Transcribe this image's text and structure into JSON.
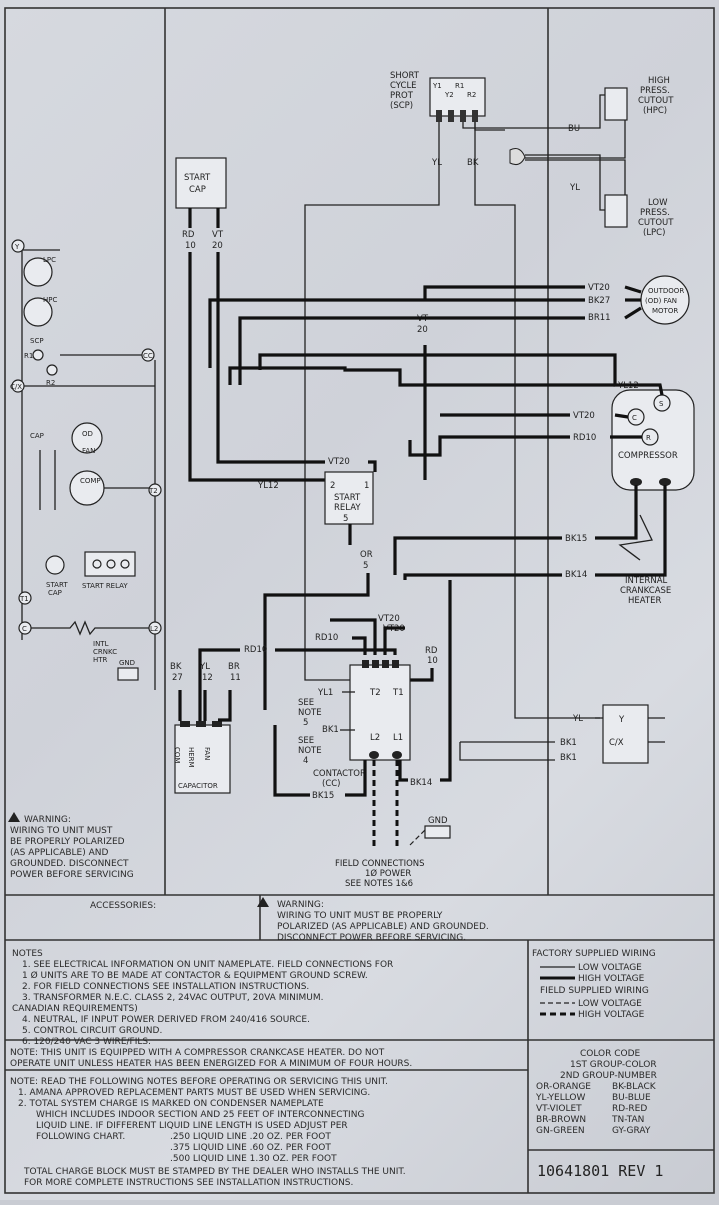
{
  "components": {
    "scp": [
      "SHORT",
      "CYCLE",
      "PROT",
      "(SCP)"
    ],
    "scp_terminals": [
      "Y1",
      "R1",
      "Y2",
      "R2"
    ],
    "hpc": [
      "HIGH",
      "PRESS.",
      "CUTOUT",
      "(HPC)"
    ],
    "lpc": [
      "LOW",
      "PRESS.",
      "CUTOUT",
      "(LPC)"
    ],
    "start_cap": [
      "START",
      "CAP"
    ],
    "fan_motor": [
      "OUTDOOR",
      "(OD) FAN",
      "MOTOR"
    ],
    "compressor": "COMPRESSOR",
    "compressor_terms": [
      "C",
      "S",
      "R"
    ],
    "start_relay": [
      "START",
      "RELAY"
    ],
    "start_relay_terms": [
      "2",
      "1",
      "5"
    ],
    "contactor": [
      "CONTACTOR",
      "(CC)"
    ],
    "contactor_terms": [
      "T2",
      "T1",
      "L2",
      "L1"
    ],
    "capacitor": "CAPACITOR",
    "capacitor_terms": [
      "COM",
      "HERM",
      "FAN"
    ],
    "crankcase": [
      "INTERNAL",
      "CRANKCASE",
      "HEATER"
    ],
    "gnd": "GND",
    "thermostat_terms": [
      "Y",
      "C/X"
    ],
    "field_connections": [
      "FIELD CONNECTIONS",
      "1Ø POWER",
      "SEE NOTES 1&6"
    ]
  },
  "wire_labels": {
    "start_cap": [
      "RD",
      "10",
      "VT",
      "20"
    ],
    "bu": "BU",
    "yl_top": "YL",
    "bk_top": "BK",
    "yl_lpc": "YL",
    "vt20_mid": [
      "VT",
      "20"
    ],
    "fan": [
      "VT20",
      "BK27",
      "BR11"
    ],
    "yl12_comp": "YL12",
    "vt20_comp": "VT20",
    "rd10_comp": "RD10",
    "relay_vt20": "VT20",
    "relay_yl12": "YL12",
    "or5": [
      "OR",
      "5"
    ],
    "bk15": "BK15",
    "bk14": "BK14",
    "vt20_cc": [
      "VT20",
      "VT20"
    ],
    "rd10_cc": [
      "RD10",
      "RD10"
    ],
    "rd10_right": [
      "RD",
      "10"
    ],
    "cap_leads": [
      "BK",
      "27",
      "YL",
      "12",
      "BR",
      "11"
    ],
    "yl1": "YL1",
    "bk1": "BK1",
    "see_note5": [
      "SEE",
      "NOTE",
      "5"
    ],
    "see_note4": [
      "SEE",
      "NOTE",
      "4"
    ],
    "bk15_bottom": "BK15",
    "bk14_bottom": "BK14",
    "yl_tstat": "YL",
    "bk1_tstat": [
      "BK1",
      "BK1"
    ]
  },
  "ladder": {
    "lpc": "LPC",
    "hpc": "HPC",
    "scp": "SCP",
    "cc": "CC",
    "cx": "C/X",
    "cap": "CAP",
    "od": "OD",
    "fan": "FAN",
    "comp": "COMP",
    "t2": "T2",
    "start_cap": [
      "START",
      "CAP"
    ],
    "start_relay": "START RELAY",
    "t1": "T1",
    "intl": [
      "INTL",
      "CRNKC",
      "HTR"
    ],
    "gnd": "GND",
    "y": "Y",
    "r": "R",
    "r2": "R2",
    "r1": "R1",
    "c": "C",
    "l2": "L2"
  },
  "warning_left": [
    "WARNING:",
    "WIRING TO UNIT MUST",
    "BE PROPERLY POLARIZED",
    "(AS APPLICABLE) AND",
    "GROUNDED. DISCONNECT",
    "POWER BEFORE SERVICING"
  ],
  "accessories": "ACCESSORIES:",
  "warning_center": [
    "WARNING:",
    "WIRING TO UNIT MUST BE PROPERLY",
    "POLARIZED (AS APPLICABLE) AND GROUNDED.",
    "DISCONNECT POWER BEFORE SERVICING."
  ],
  "notes": {
    "title": "NOTES",
    "items": [
      "1. SEE ELECTRICAL INFORMATION ON UNIT NAMEPLATE. FIELD CONNECTIONS FOR",
      "   1 Ø UNITS ARE TO BE MADE AT CONTACTOR & EQUIPMENT GROUND SCREW.",
      "2. FOR FIELD CONNECTIONS SEE INSTALLATION INSTRUCTIONS.",
      "3. TRANSFORMER N.E.C. CLASS 2, 24VAC OUTPUT, 20VA MINIMUM.",
      "CANADIAN REQUIREMENTS)",
      "4. NEUTRAL, IF INPUT POWER DERIVED FROM 240/416 SOURCE.",
      "5. CONTROL CIRCUIT GROUND.",
      "6. 120/240 VAC 3 WIRE/FILS."
    ]
  },
  "crankcase_note": [
    "NOTE: THIS UNIT IS EQUIPPED WITH A COMPRESSOR CRANKCASE HEATER. DO NOT",
    "OPERATE UNIT UNLESS HEATER HAS BEEN ENERGIZED FOR A MINIMUM OF FOUR HOURS."
  ],
  "charge_note": {
    "lines": [
      "NOTE: READ THE FOLLOWING NOTES BEFORE OPERATING OR SERVICING THIS UNIT.",
      "1. AMANA APPROVED REPLACEMENT PARTS MUST BE USED WHEN SERVICING.",
      "2. TOTAL SYSTEM CHARGE IS MARKED ON CONDENSER NAMEPLATE",
      "WHICH INCLUDES INDOOR SECTION AND 25 FEET OF INTERCONNECTING",
      "LIQUID LINE. IF DIFFERENT LIQUID LINE LENGTH IS USED ADJUST PER",
      "FOLLOWING CHART."
    ],
    "chart": [
      ".250 LIQUID LINE  .20 OZ. PER FOOT",
      ".375 LIQUID LINE  .60 OZ. PER FOOT",
      ".500 LIQUID LINE  1.30 OZ. PER FOOT"
    ],
    "footer": [
      "TOTAL CHARGE BLOCK MUST BE STAMPED BY THE DEALER WHO INSTALLS THE UNIT.",
      "FOR MORE COMPLETE INSTRUCTIONS SEE INSTALLATION INSTRUCTIONS."
    ]
  },
  "legend": {
    "factory": "FACTORY SUPPLIED WIRING",
    "field": "FIELD SUPPLIED WIRING",
    "low": "LOW VOLTAGE",
    "high": "HIGH VOLTAGE"
  },
  "color_code": {
    "title": "COLOR CODE",
    "sub1": "1ST GROUP-COLOR",
    "sub2": "2ND GROUP-NUMBER",
    "rows": [
      [
        "OR-ORANGE",
        "BK-BLACK"
      ],
      [
        "YL-YELLOW",
        "BU-BLUE"
      ],
      [
        "VT-VIOLET",
        "RD-RED"
      ],
      [
        "BR-BROWN",
        "TN-TAN"
      ],
      [
        "GN-GREEN",
        "GY-GRAY"
      ]
    ]
  },
  "part_number": "10641801  REV 1"
}
